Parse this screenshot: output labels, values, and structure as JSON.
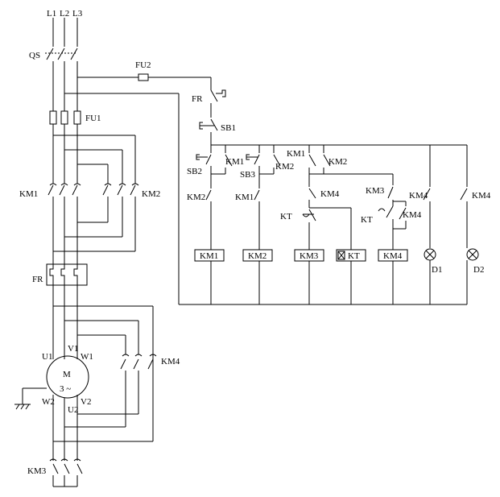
{
  "labels": {
    "l1": "L1",
    "l2": "L2",
    "l3": "L3",
    "qs": "QS",
    "fu2": "FU2",
    "fu1": "FU1",
    "km1_main": "KM1",
    "km2_main": "KM2",
    "fr_main": "FR",
    "u1": "U1",
    "v1": "V1",
    "w1": "W1",
    "motor_m": "M",
    "motor_phase": "3 ~",
    "w2": "W2",
    "v2": "V2",
    "u2": "U2",
    "km4_main": "KM4",
    "km3_main": "KM3",
    "fr_ctrl": "FR",
    "sb1": "SB1",
    "sb2": "SB2",
    "km1_hold": "KM1",
    "sb3": "SB3",
    "km2_hold": "KM2",
    "km1_top": "KM1",
    "km2_top": "KM2",
    "km2_il": "KM2",
    "km1_il": "KM1",
    "km4_nc": "KM4",
    "km3_c": "KM3",
    "km4_c": "KM4",
    "km4_lamp": "KM4",
    "kt_c": "KT",
    "kt_c2": "KT",
    "km4_r": "KM4",
    "coil_km1": "KM1",
    "coil_km2": "KM2",
    "coil_km3": "KM3",
    "coil_kt": "KT",
    "coil_km4": "KM4",
    "d1": "D1",
    "d2": "D2"
  }
}
